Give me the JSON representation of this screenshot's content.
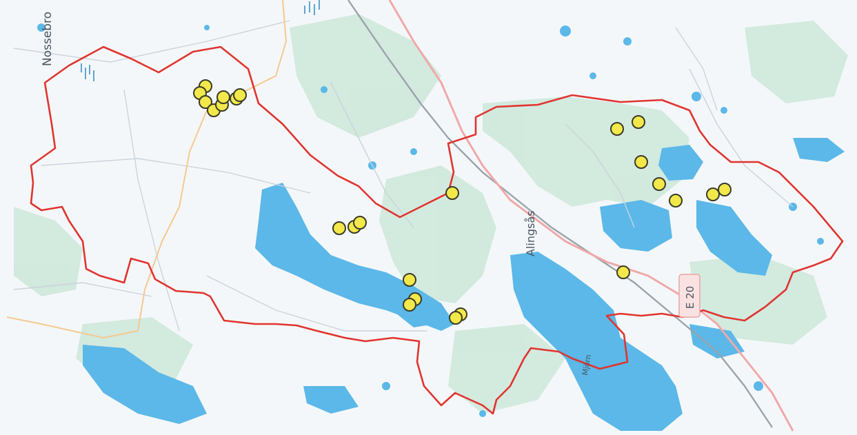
{
  "labels": {
    "town_nossebro": "Nossebro",
    "town_alingsas": "Alingsås",
    "lake_mjorn": "Mjörn",
    "road_e20": "E 20"
  },
  "colors": {
    "background": "#f4f7f9",
    "water": "#5bb8e8",
    "forest": "#cfe8dc",
    "boundary": "#e0342f",
    "marker_fill": "#f2e84a",
    "marker_stroke": "#3a3a2a"
  },
  "icons": [
    "wetland-symbol-icon",
    "location-marker-icon"
  ]
}
